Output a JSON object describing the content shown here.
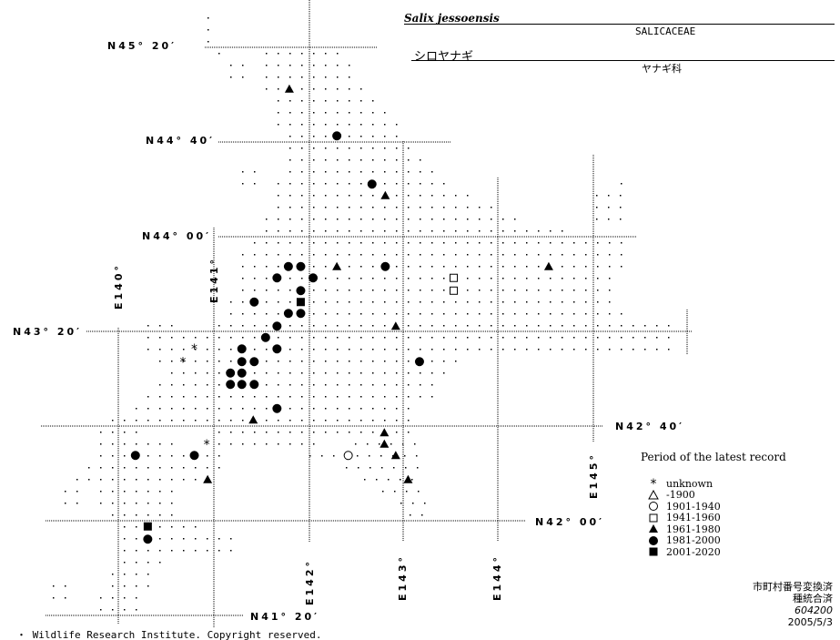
{
  "header": {
    "scientific_name": "Salix jessoensis",
    "family": "SALICACEAE",
    "japanese_name": "シロヤナギ",
    "japanese_family": "ヤナギ科"
  },
  "grid_labels": {
    "lat": [
      "N45° 20′",
      "N44° 40′",
      "N44° 00′",
      "N43° 20′",
      "N42° 40′",
      "N42° 00′",
      "N41° 20′"
    ],
    "lon": [
      "E140°",
      "E141°",
      "E142°",
      "E143°",
      "E144°",
      "E145°"
    ]
  },
  "legend": {
    "title": "Period of the latest record",
    "items": [
      {
        "symbol": "asterisk",
        "label": "unknown"
      },
      {
        "symbol": "open-triangle",
        "label": "-1900"
      },
      {
        "symbol": "open-circle",
        "label": "1901-1940"
      },
      {
        "symbol": "open-square",
        "label": "1941-1960"
      },
      {
        "symbol": "filled-triangle",
        "label": "1961-1980"
      },
      {
        "symbol": "filled-circle",
        "label": "1981-2000"
      },
      {
        "symbol": "filled-square",
        "label": "2001-2020"
      }
    ]
  },
  "meta": {
    "line1": "市町村番号変換済",
    "line2": "種統合済",
    "code": "604200",
    "date": "2005/5/3"
  },
  "copyright": "・ Wildlife Research Institute. Copyright reserved.",
  "records": [
    {
      "symbol": "filled-triangle",
      "lon": 141.8,
      "lat": 45.04
    },
    {
      "symbol": "filled-triangle",
      "lon": 142.81,
      "lat": 44.29
    },
    {
      "symbol": "filled-triangle",
      "lon": 142.3,
      "lat": 43.79
    },
    {
      "symbol": "filled-triangle",
      "lon": 144.53,
      "lat": 43.79
    },
    {
      "symbol": "filled-triangle",
      "lon": 142.92,
      "lat": 43.37
    },
    {
      "symbol": "filled-triangle",
      "lon": 141.42,
      "lat": 42.71
    },
    {
      "symbol": "filled-triangle",
      "lon": 142.8,
      "lat": 42.62
    },
    {
      "symbol": "filled-triangle",
      "lon": 142.8,
      "lat": 42.54
    },
    {
      "symbol": "filled-triangle",
      "lon": 142.92,
      "lat": 42.46
    },
    {
      "symbol": "filled-triangle",
      "lon": 140.94,
      "lat": 42.29
    },
    {
      "symbol": "filled-triangle",
      "lon": 143.05,
      "lat": 42.29
    },
    {
      "symbol": "filled-circle",
      "lon": 142.3,
      "lat": 44.71
    },
    {
      "symbol": "filled-circle",
      "lon": 142.67,
      "lat": 44.37
    },
    {
      "symbol": "filled-circle",
      "lon": 141.79,
      "lat": 43.79
    },
    {
      "symbol": "filled-circle",
      "lon": 141.92,
      "lat": 43.79
    },
    {
      "symbol": "filled-circle",
      "lon": 142.81,
      "lat": 43.79
    },
    {
      "symbol": "filled-circle",
      "lon": 141.67,
      "lat": 43.71
    },
    {
      "symbol": "filled-circle",
      "lon": 142.05,
      "lat": 43.71
    },
    {
      "symbol": "filled-circle",
      "lon": 141.92,
      "lat": 43.62
    },
    {
      "symbol": "filled-circle",
      "lon": 141.43,
      "lat": 43.54
    },
    {
      "symbol": "filled-circle",
      "lon": 141.79,
      "lat": 43.46
    },
    {
      "symbol": "filled-circle",
      "lon": 141.92,
      "lat": 43.46
    },
    {
      "symbol": "filled-circle",
      "lon": 141.67,
      "lat": 43.37
    },
    {
      "symbol": "filled-circle",
      "lon": 141.55,
      "lat": 43.29
    },
    {
      "symbol": "filled-circle",
      "lon": 141.3,
      "lat": 43.21
    },
    {
      "symbol": "filled-circle",
      "lon": 141.67,
      "lat": 43.21
    },
    {
      "symbol": "filled-circle",
      "lon": 141.3,
      "lat": 43.12
    },
    {
      "symbol": "filled-circle",
      "lon": 141.43,
      "lat": 43.12
    },
    {
      "symbol": "filled-circle",
      "lon": 143.17,
      "lat": 43.12
    },
    {
      "symbol": "filled-circle",
      "lon": 141.18,
      "lat": 43.04
    },
    {
      "symbol": "filled-circle",
      "lon": 141.3,
      "lat": 43.04
    },
    {
      "symbol": "filled-circle",
      "lon": 141.18,
      "lat": 42.96
    },
    {
      "symbol": "filled-circle",
      "lon": 141.3,
      "lat": 42.96
    },
    {
      "symbol": "filled-circle",
      "lon": 141.43,
      "lat": 42.96
    },
    {
      "symbol": "filled-circle",
      "lon": 141.67,
      "lat": 42.79
    },
    {
      "symbol": "filled-circle",
      "lon": 140.18,
      "lat": 42.46
    },
    {
      "symbol": "filled-circle",
      "lon": 140.8,
      "lat": 42.46
    },
    {
      "symbol": "filled-circle",
      "lon": 140.31,
      "lat": 41.87
    },
    {
      "symbol": "filled-square",
      "lon": 141.92,
      "lat": 43.54
    },
    {
      "symbol": "filled-square",
      "lon": 140.31,
      "lat": 41.96
    },
    {
      "symbol": "open-square",
      "lon": 143.53,
      "lat": 43.71
    },
    {
      "symbol": "open-square",
      "lon": 143.53,
      "lat": 43.62
    },
    {
      "symbol": "open-circle",
      "lon": 142.42,
      "lat": 42.46
    },
    {
      "symbol": "asterisk",
      "lon": 140.8,
      "lat": 43.21
    },
    {
      "symbol": "asterisk",
      "lon": 140.68,
      "lat": 43.12
    },
    {
      "symbol": "asterisk",
      "lon": 140.93,
      "lat": 42.54
    }
  ]
}
